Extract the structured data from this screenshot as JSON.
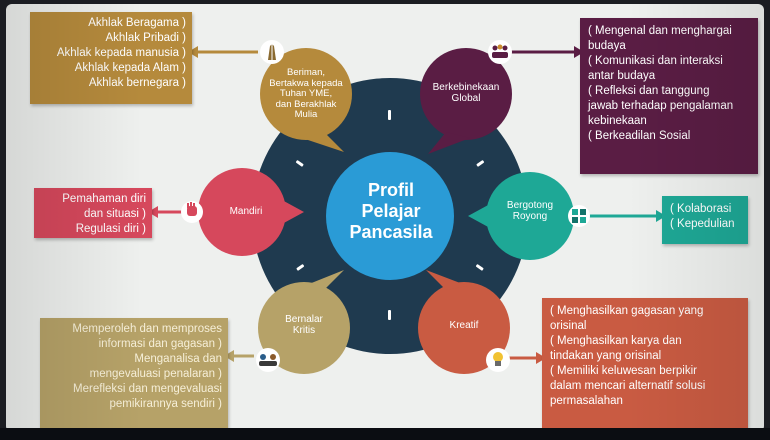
{
  "center": {
    "lines": [
      "Profil",
      "Pelajar",
      "Pancasila"
    ]
  },
  "petals": {
    "beriman": {
      "lines": [
        "Beriman,",
        "Bertakwa kepada",
        "Tuhan YME,",
        "dan Berakhlak",
        "Mulia"
      ]
    },
    "kebinekaan": {
      "lines": [
        "Berkebinekaan",
        "Global"
      ]
    },
    "mandiri": {
      "lines": [
        "Mandiri"
      ]
    },
    "gotong": {
      "lines": [
        "Bergotong",
        "Royong"
      ]
    },
    "nalar": {
      "lines": [
        "Bernalar",
        "Kritis"
      ]
    },
    "kreatif": {
      "lines": [
        "Kreatif"
      ]
    }
  },
  "boxes": {
    "beriman": [
      "Akhlak Beragama )",
      "Akhlak Pribadi )",
      "Akhlak kepada manusia )",
      "Akhlak kepada Alam )",
      "Akhlak bernegara )"
    ],
    "kebinekaan": [
      "( Mengenal dan menghargai",
      "budaya",
      "( Komunikasi dan interaksi",
      "antar budaya",
      "( Refleksi dan tanggung",
      "jawab terhadap pengalaman",
      "kebinekaan",
      "( Berkeadilan Sosial"
    ],
    "mandiri": [
      "Pemahaman diri",
      "dan situasi )",
      "Regulasi diri )"
    ],
    "gotong": [
      "( Kolaborasi",
      "( Kepedulian"
    ],
    "nalar": [
      "Memperoleh dan memproses",
      "informasi dan gagasan )",
      "Menganalisa dan",
      "mengevaluasi penalaran )",
      "Merefleksi dan mengevaluasi",
      "pemikirannya sendiri )"
    ],
    "kreatif": [
      "( Menghasilkan gagasan yang",
      "orisinal",
      "( Menghasilkan karya dan",
      "tindakan yang orisinal",
      "( Memiliki keluwesan  berpikir",
      "dalam mencari alternatif solusi",
      "permasalahan"
    ]
  },
  "colors": {
    "beriman": "#b58a3c",
    "kebinekaan": "#5a1d44",
    "mandiri": "#d6485c",
    "gotong": "#1ea896",
    "nalar": "#b6a268",
    "kreatif": "#c95b42",
    "center": "#2a9bd6",
    "ring": "#1f3a4f"
  },
  "icons": {
    "beriman": "praying-hands-icon",
    "kebinekaan": "people-group-icon",
    "mandiri": "raised-hand-icon",
    "gotong": "team-puzzle-icon",
    "nalar": "thinking-people-icon",
    "kreatif": "lightbulb-icon"
  }
}
